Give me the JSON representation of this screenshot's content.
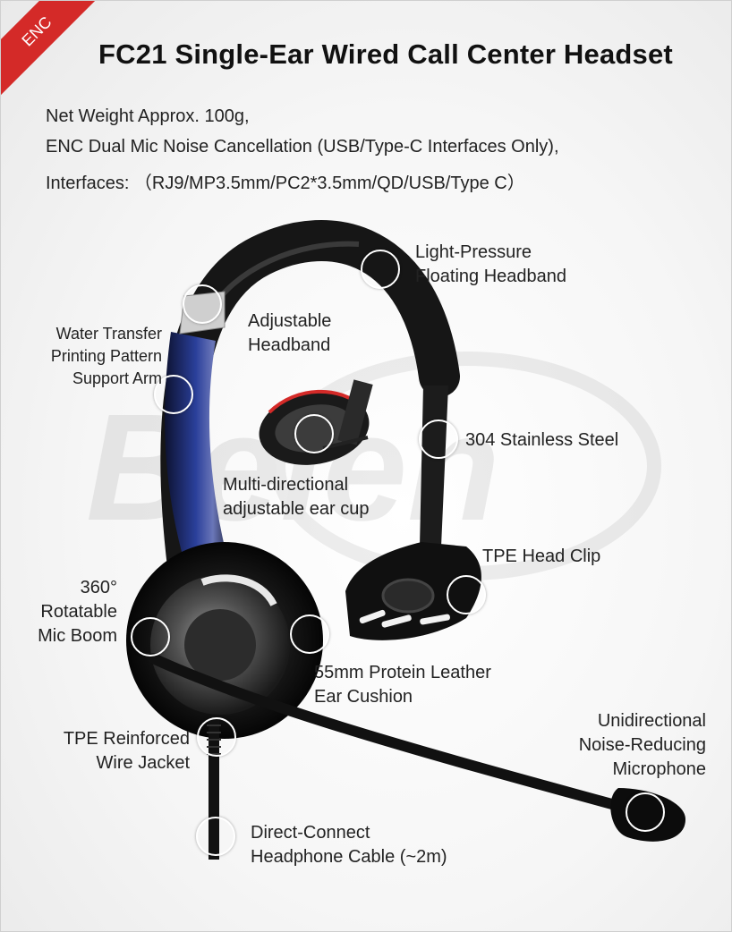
{
  "badge": "ENC",
  "title": "FC21 Single-Ear Wired Call Center Headset",
  "specs": [
    "Net Weight Approx. 100g,",
    "ENC Dual Mic Noise Cancellation (USB/Type-C Interfaces Only),",
    "Interfaces:  （RJ9/MP3.5mm/PC2*3.5mm/QD/USB/Type C）"
  ],
  "watermark": "Beien",
  "callouts": {
    "headband_line1": "Light-Pressure",
    "headband_line2": "Floating Headband",
    "adjustable_line1": "Adjustable",
    "adjustable_line2": "Headband",
    "arm_line1": "Water Transfer",
    "arm_line2": "Printing Pattern",
    "arm_line3": "Support Arm",
    "steel": "304 Stainless Steel",
    "earcup_line1": "Multi-directional",
    "earcup_line2": "adjustable ear cup",
    "clip": "TPE Head Clip",
    "boom_line1": "360°",
    "boom_line2": "Rotatable",
    "boom_line3": "Mic Boom",
    "cushion_line1": "55mm Protein Leather",
    "cushion_line2": "Ear Cushion",
    "jacket_line1": "TPE Reinforced",
    "jacket_line2": "Wire Jacket",
    "mic_line1": "Unidirectional",
    "mic_line2": "Noise-Reducing",
    "mic_line3": "Microphone",
    "cable_line1": "Direct-Connect",
    "cable_line2": "Headphone Cable (~2m)"
  },
  "colors": {
    "badge": "#d42a28",
    "text": "#222222",
    "headband": "#1a1a1a",
    "arm_blue": "#1e2f7a"
  }
}
